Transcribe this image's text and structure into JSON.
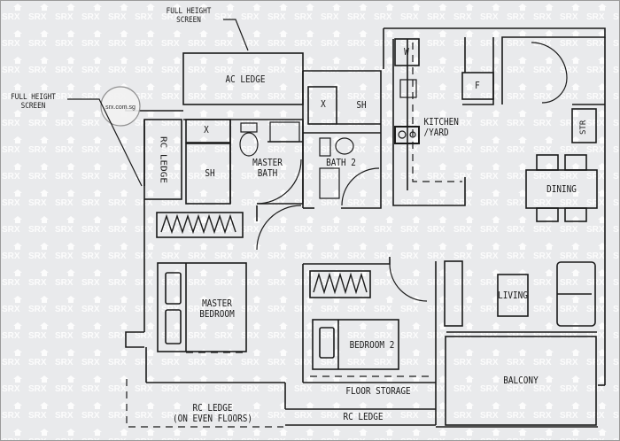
{
  "plan": {
    "watermark_text": "SRX",
    "stamp_text": "srx.com.sg",
    "colors": {
      "background": "#e9eaec",
      "line": "#1a1a1a",
      "watermark": "#ffffff"
    },
    "annotations": {
      "full_height_screen_top": "FULL HEIGHT\nSCREEN",
      "full_height_screen_left": "FULL HEIGHT\nSCREEN"
    },
    "rooms": {
      "ac_ledge": "AC LEDGE",
      "rc_ledge_left": "RC LEDGE",
      "shower_master": "SH",
      "master_bath": "MASTER\nBATH",
      "shower_bath2": "SH",
      "bath_2": "BATH 2",
      "kitchen": "KITCHEN\n/YARD",
      "washer": "W",
      "fridge": "F",
      "store": "STR",
      "dining": "DINING",
      "master_bedroom": "MASTER\nBEDROOM",
      "bedroom_2": "BEDROOM 2",
      "living": "LIVING",
      "floor_storage": "FLOOR STORAGE",
      "rc_ledge_bottom": "RC LEDGE",
      "rc_ledge_even": "RC LEDGE\n(ON EVEN FLOORS)",
      "balcony": "BALCONY",
      "heater_x1": "X",
      "heater_x2": "X"
    }
  }
}
